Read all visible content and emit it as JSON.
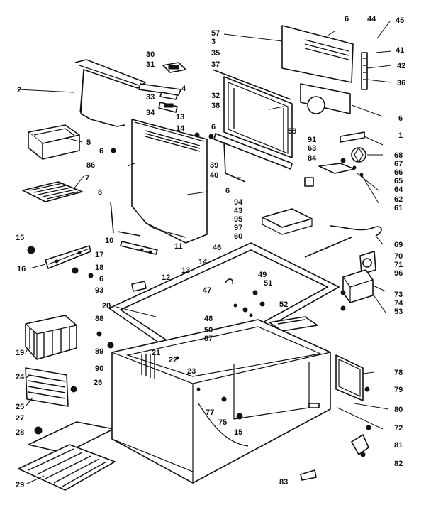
{
  "diagram": {
    "callouts": [
      {
        "id": "c1",
        "text": "1"
      },
      {
        "id": "c2",
        "text": "2"
      },
      {
        "id": "c3",
        "text": "3"
      },
      {
        "id": "c4",
        "text": "4"
      },
      {
        "id": "c5",
        "text": "5"
      },
      {
        "id": "c6a",
        "text": "6"
      },
      {
        "id": "c6b",
        "text": "6"
      },
      {
        "id": "c6c",
        "text": "6"
      },
      {
        "id": "c6d",
        "text": "6"
      },
      {
        "id": "c6e",
        "text": "6"
      },
      {
        "id": "c6f",
        "text": "6"
      },
      {
        "id": "c7",
        "text": "7"
      },
      {
        "id": "c8",
        "text": "8"
      },
      {
        "id": "c10",
        "text": "10"
      },
      {
        "id": "c11",
        "text": "11"
      },
      {
        "id": "c12",
        "text": "12"
      },
      {
        "id": "c13a",
        "text": "13"
      },
      {
        "id": "c13b",
        "text": "13"
      },
      {
        "id": "c14a",
        "text": "14"
      },
      {
        "id": "c14b",
        "text": "14"
      },
      {
        "id": "c15a",
        "text": "15"
      },
      {
        "id": "c15b",
        "text": "15"
      },
      {
        "id": "c16",
        "text": "16"
      },
      {
        "id": "c17",
        "text": "17"
      },
      {
        "id": "c18",
        "text": "18"
      },
      {
        "id": "c19",
        "text": "19"
      },
      {
        "id": "c20",
        "text": "20"
      },
      {
        "id": "c21",
        "text": "21"
      },
      {
        "id": "c22",
        "text": "22"
      },
      {
        "id": "c23",
        "text": "23"
      },
      {
        "id": "c24",
        "text": "24"
      },
      {
        "id": "c25",
        "text": "25"
      },
      {
        "id": "c26",
        "text": "26"
      },
      {
        "id": "c27",
        "text": "27"
      },
      {
        "id": "c28",
        "text": "28"
      },
      {
        "id": "c29",
        "text": "29"
      },
      {
        "id": "c30",
        "text": "30"
      },
      {
        "id": "c31",
        "text": "31"
      },
      {
        "id": "c32",
        "text": "32"
      },
      {
        "id": "c33",
        "text": "33"
      },
      {
        "id": "c34",
        "text": "34"
      },
      {
        "id": "c35",
        "text": "35"
      },
      {
        "id": "c36",
        "text": "36"
      },
      {
        "id": "c37",
        "text": "37"
      },
      {
        "id": "c38",
        "text": "38"
      },
      {
        "id": "c39",
        "text": "39"
      },
      {
        "id": "c40",
        "text": "40"
      },
      {
        "id": "c41",
        "text": "41"
      },
      {
        "id": "c42",
        "text": "42"
      },
      {
        "id": "c43",
        "text": "43"
      },
      {
        "id": "c44",
        "text": "44"
      },
      {
        "id": "c45",
        "text": "45"
      },
      {
        "id": "c46",
        "text": "46"
      },
      {
        "id": "c47",
        "text": "47"
      },
      {
        "id": "c48",
        "text": "48"
      },
      {
        "id": "c49",
        "text": "49"
      },
      {
        "id": "c50",
        "text": "50"
      },
      {
        "id": "c51",
        "text": "51"
      },
      {
        "id": "c52",
        "text": "52"
      },
      {
        "id": "c53",
        "text": "53"
      },
      {
        "id": "c57",
        "text": "57"
      },
      {
        "id": "c58",
        "text": "58"
      },
      {
        "id": "c60",
        "text": "60"
      },
      {
        "id": "c61",
        "text": "61"
      },
      {
        "id": "c62",
        "text": "62"
      },
      {
        "id": "c63",
        "text": "63"
      },
      {
        "id": "c64",
        "text": "64"
      },
      {
        "id": "c65",
        "text": "65"
      },
      {
        "id": "c66",
        "text": "66"
      },
      {
        "id": "c67",
        "text": "67"
      },
      {
        "id": "c68",
        "text": "68"
      },
      {
        "id": "c69",
        "text": "69"
      },
      {
        "id": "c70",
        "text": "70"
      },
      {
        "id": "c71",
        "text": "71"
      },
      {
        "id": "c72",
        "text": "72"
      },
      {
        "id": "c73",
        "text": "73"
      },
      {
        "id": "c74",
        "text": "74"
      },
      {
        "id": "c77",
        "text": "77"
      },
      {
        "id": "c78",
        "text": "78"
      },
      {
        "id": "c79",
        "text": "79"
      },
      {
        "id": "c80",
        "text": "80"
      },
      {
        "id": "c81",
        "text": "81"
      },
      {
        "id": "c82",
        "text": "82"
      },
      {
        "id": "c83",
        "text": "83"
      },
      {
        "id": "c84",
        "text": "84"
      },
      {
        "id": "c86",
        "text": "86"
      },
      {
        "id": "c87",
        "text": "87"
      },
      {
        "id": "c88",
        "text": "88"
      },
      {
        "id": "c89",
        "text": "89"
      },
      {
        "id": "c90",
        "text": "90"
      },
      {
        "id": "c91",
        "text": "91"
      },
      {
        "id": "c93",
        "text": "93"
      },
      {
        "id": "c94",
        "text": "94"
      },
      {
        "id": "c95",
        "text": "95"
      },
      {
        "id": "c96",
        "text": "96"
      },
      {
        "id": "c97",
        "text": "97"
      },
      {
        "id": "c75",
        "text": "75"
      }
    ]
  }
}
